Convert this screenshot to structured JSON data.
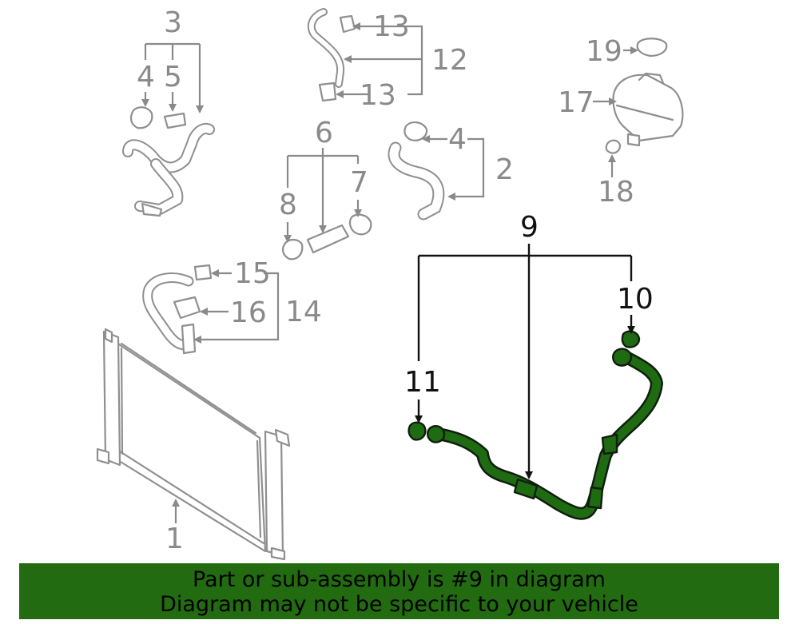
{
  "callouts": {
    "c1": "1",
    "c2": "2",
    "c3": "3",
    "c4a": "4",
    "c4b": "4",
    "c5": "5",
    "c6": "6",
    "c7": "7",
    "c8": "8",
    "c9": "9",
    "c10": "10",
    "c11": "11",
    "c12": "12",
    "c13a": "13",
    "c13b": "13",
    "c14": "14",
    "c15": "15",
    "c16": "16",
    "c17": "17",
    "c18": "18",
    "c19": "19"
  },
  "highlight": {
    "part_number": "9",
    "color": "#226b10"
  },
  "colors": {
    "part_grey": "#8f8f8f",
    "highlight_green": "#1f6b12",
    "banner_green": "#226b10"
  },
  "banner": {
    "line1": "Part or sub-assembly is #9 in diagram",
    "line2": "Diagram may not be specific to your vehicle"
  }
}
